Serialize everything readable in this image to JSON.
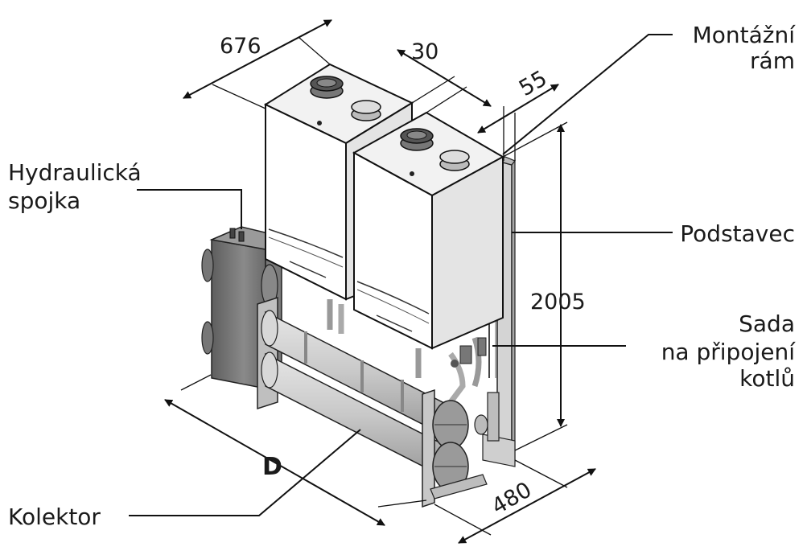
{
  "callouts": {
    "frame": [
      "Montážní",
      "rám"
    ],
    "hydraulic": [
      "Hydraulická",
      "spojka"
    ],
    "stand": [
      "Podstavec"
    ],
    "kit": [
      "Sada",
      "na připojení",
      "kotlů"
    ],
    "collector": [
      "Kolektor"
    ]
  },
  "dimensions": {
    "width": "676",
    "gap": "30",
    "frame_depth": "55",
    "height": "2005",
    "depth": "480",
    "length": "D"
  }
}
